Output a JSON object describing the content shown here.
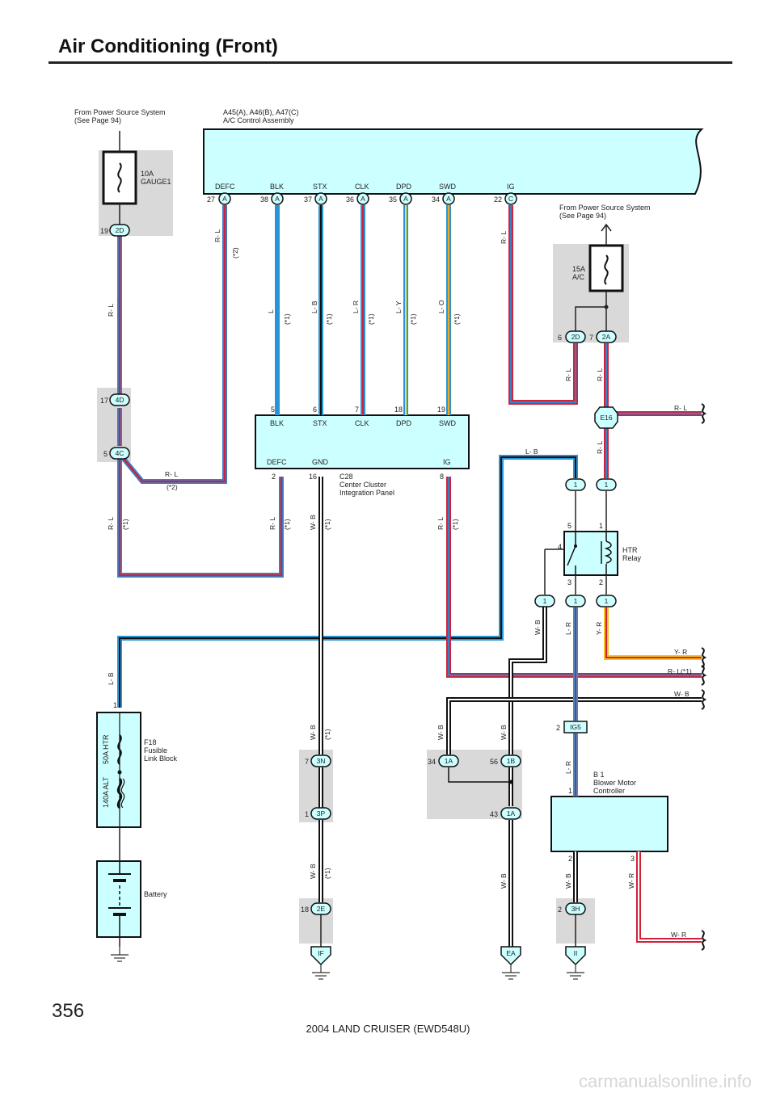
{
  "page": {
    "title": "Air Conditioning (Front)",
    "page_number": "356",
    "footer": "2004 LAND CRUISER (EWD548U)",
    "watermark": "carmanualsonline.info"
  },
  "labels": {
    "power_src_1a": "From Power Source System",
    "power_src_1b": "(See Page 94)",
    "power_src_2a": "From Power Source System",
    "power_src_2b": "(See Page 94)",
    "fuse1_a": "10A",
    "fuse1_b": "GAUGE1",
    "fuse2_a": "15A",
    "fuse2_b": "A/C",
    "ac_ctrl_a": "A45(A), A46(B), A47(C)",
    "ac_ctrl_b": "A/C Control Assembly",
    "c28_a": "C28",
    "c28_b": "Center Cluster",
    "c28_c": "Integration Panel",
    "htr_a": "HTR",
    "htr_b": "Relay",
    "f18_a": "F18",
    "f18_b": "Fusible",
    "f18_c": "Link Block",
    "fl50": "50A HTR",
    "fl140": "140A ALT",
    "battery": "Battery",
    "b1_a": "B 1",
    "b1_b": "Blower Motor",
    "b1_c": "Controller"
  },
  "ac_terms": [
    "DEFC",
    "BLK",
    "STX",
    "CLK",
    "DPD",
    "SWD",
    "IG"
  ],
  "ac_pins": [
    "27",
    "38",
    "37",
    "36",
    "35",
    "34",
    "22"
  ],
  "ac_conns": [
    "A",
    "A",
    "A",
    "A",
    "A",
    "A",
    "C"
  ],
  "c28_top_pins": [
    "5",
    "6",
    "7",
    "18",
    "19"
  ],
  "c28_top_terms": [
    "BLK",
    "STX",
    "CLK",
    "DPD",
    "SWD"
  ],
  "c28_bot_terms": [
    "DEFC",
    "GND",
    "IG"
  ],
  "c28_bot_pins": [
    "2",
    "16",
    "8"
  ],
  "wires": {
    "rl": "R- L",
    "lb": "L- B",
    "l": "L",
    "lr": "L- R",
    "ly": "L- Y",
    "lo": "L- O",
    "wb": "W- B",
    "yr": "Y- R",
    "wr": "W- R",
    "rl1": "R- L(*1)",
    "n1": "(*1)",
    "n2": "(*2)"
  },
  "connectors": {
    "c2d_19": "2D",
    "p19": "19",
    "c4d": "4D",
    "p17": "17",
    "c4c": "4C",
    "p5": "5",
    "c2d_6": "2D",
    "p6": "6",
    "c2a": "2A",
    "p7": "7",
    "e16": "E16",
    "ig5": "IG5",
    "p2_ig5": "2",
    "c3n": "3N",
    "p7_3n": "7",
    "c3p": "3P",
    "p1_3p": "1",
    "c1a": "1A",
    "p34": "34",
    "c1b": "1B",
    "p56": "56",
    "c1a2": "1A",
    "p43": "43",
    "c2e": "2E",
    "p18": "18",
    "c3h": "3H",
    "p2_3h": "2",
    "one": "1"
  },
  "relay_pins": [
    "5",
    "1",
    "4",
    "3",
    "2"
  ],
  "b1_pins": [
    "1",
    "2",
    "3"
  ],
  "f18_pin": "1",
  "grounds": [
    "IF",
    "EA",
    "II"
  ]
}
